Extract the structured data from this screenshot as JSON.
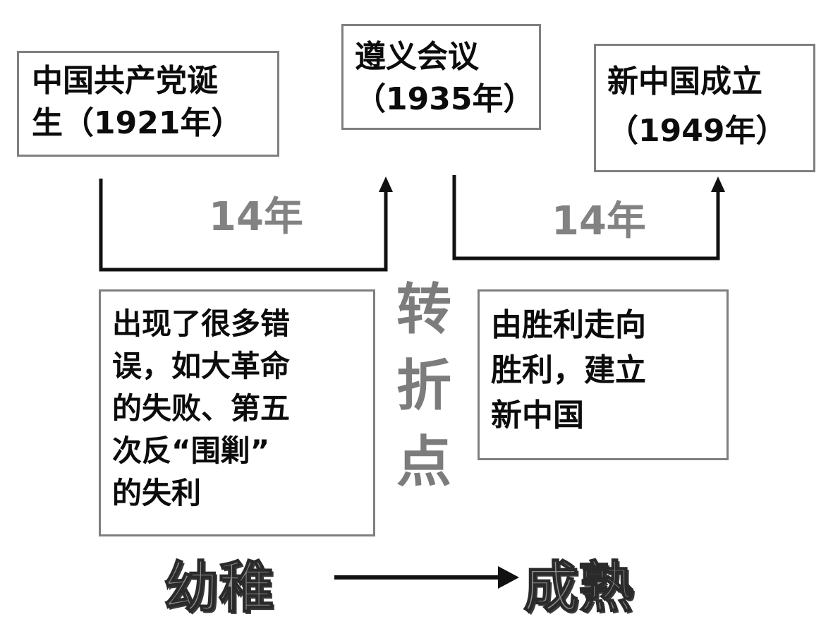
{
  "events": {
    "founding": "中国共产党诞\n生（1921年）",
    "zunyi": "遵义会议\n（1935年）",
    "new_china": "新中国成立\n（1949年）"
  },
  "spans": {
    "first": "14年",
    "second": "14年"
  },
  "turning_point": "转\n折\n点",
  "descriptions": {
    "before": "出现了很多错\n误，如大革命\n的失败、第五\n次反“围剿”\n的失利",
    "after": "由胜利走向\n胜利，建立\n新中国"
  },
  "progression": {
    "from": "幼稚",
    "to": "成熟"
  }
}
